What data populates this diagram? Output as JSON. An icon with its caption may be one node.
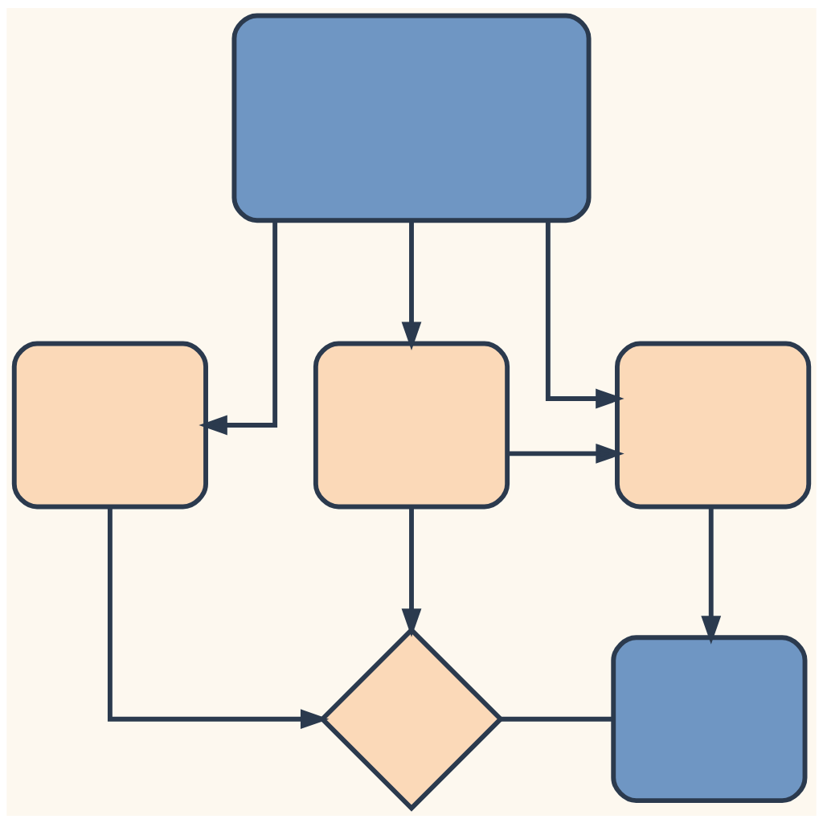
{
  "diagram": {
    "nodes": [
      {
        "text": [],
        "shape": "box"
      },
      {
        "text": [],
        "shape": "box"
      },
      {
        "text": [],
        "shape": "box"
      },
      {
        "text": [],
        "shape": "box"
      },
      {
        "text": [],
        "shape": "diamond"
      },
      {
        "text": [],
        "shape": "box"
      }
    ],
    "edges": [
      {
        "from": 0,
        "to": 1,
        "arrow": "to"
      },
      {
        "from": 0,
        "to": 2,
        "arrow": "to"
      },
      {
        "from": 0,
        "to": 3,
        "arrow": "to"
      },
      {
        "from": 2,
        "to": 3,
        "arrow": "to"
      },
      {
        "from": 1,
        "to": 4,
        "arrow": "to"
      },
      {
        "from": 2,
        "to": 4,
        "arrow": "to"
      },
      {
        "from": 3,
        "to": 5,
        "arrow": "to"
      },
      {
        "from": 4,
        "to": 5,
        "arrow": "none"
      }
    ]
  }
}
